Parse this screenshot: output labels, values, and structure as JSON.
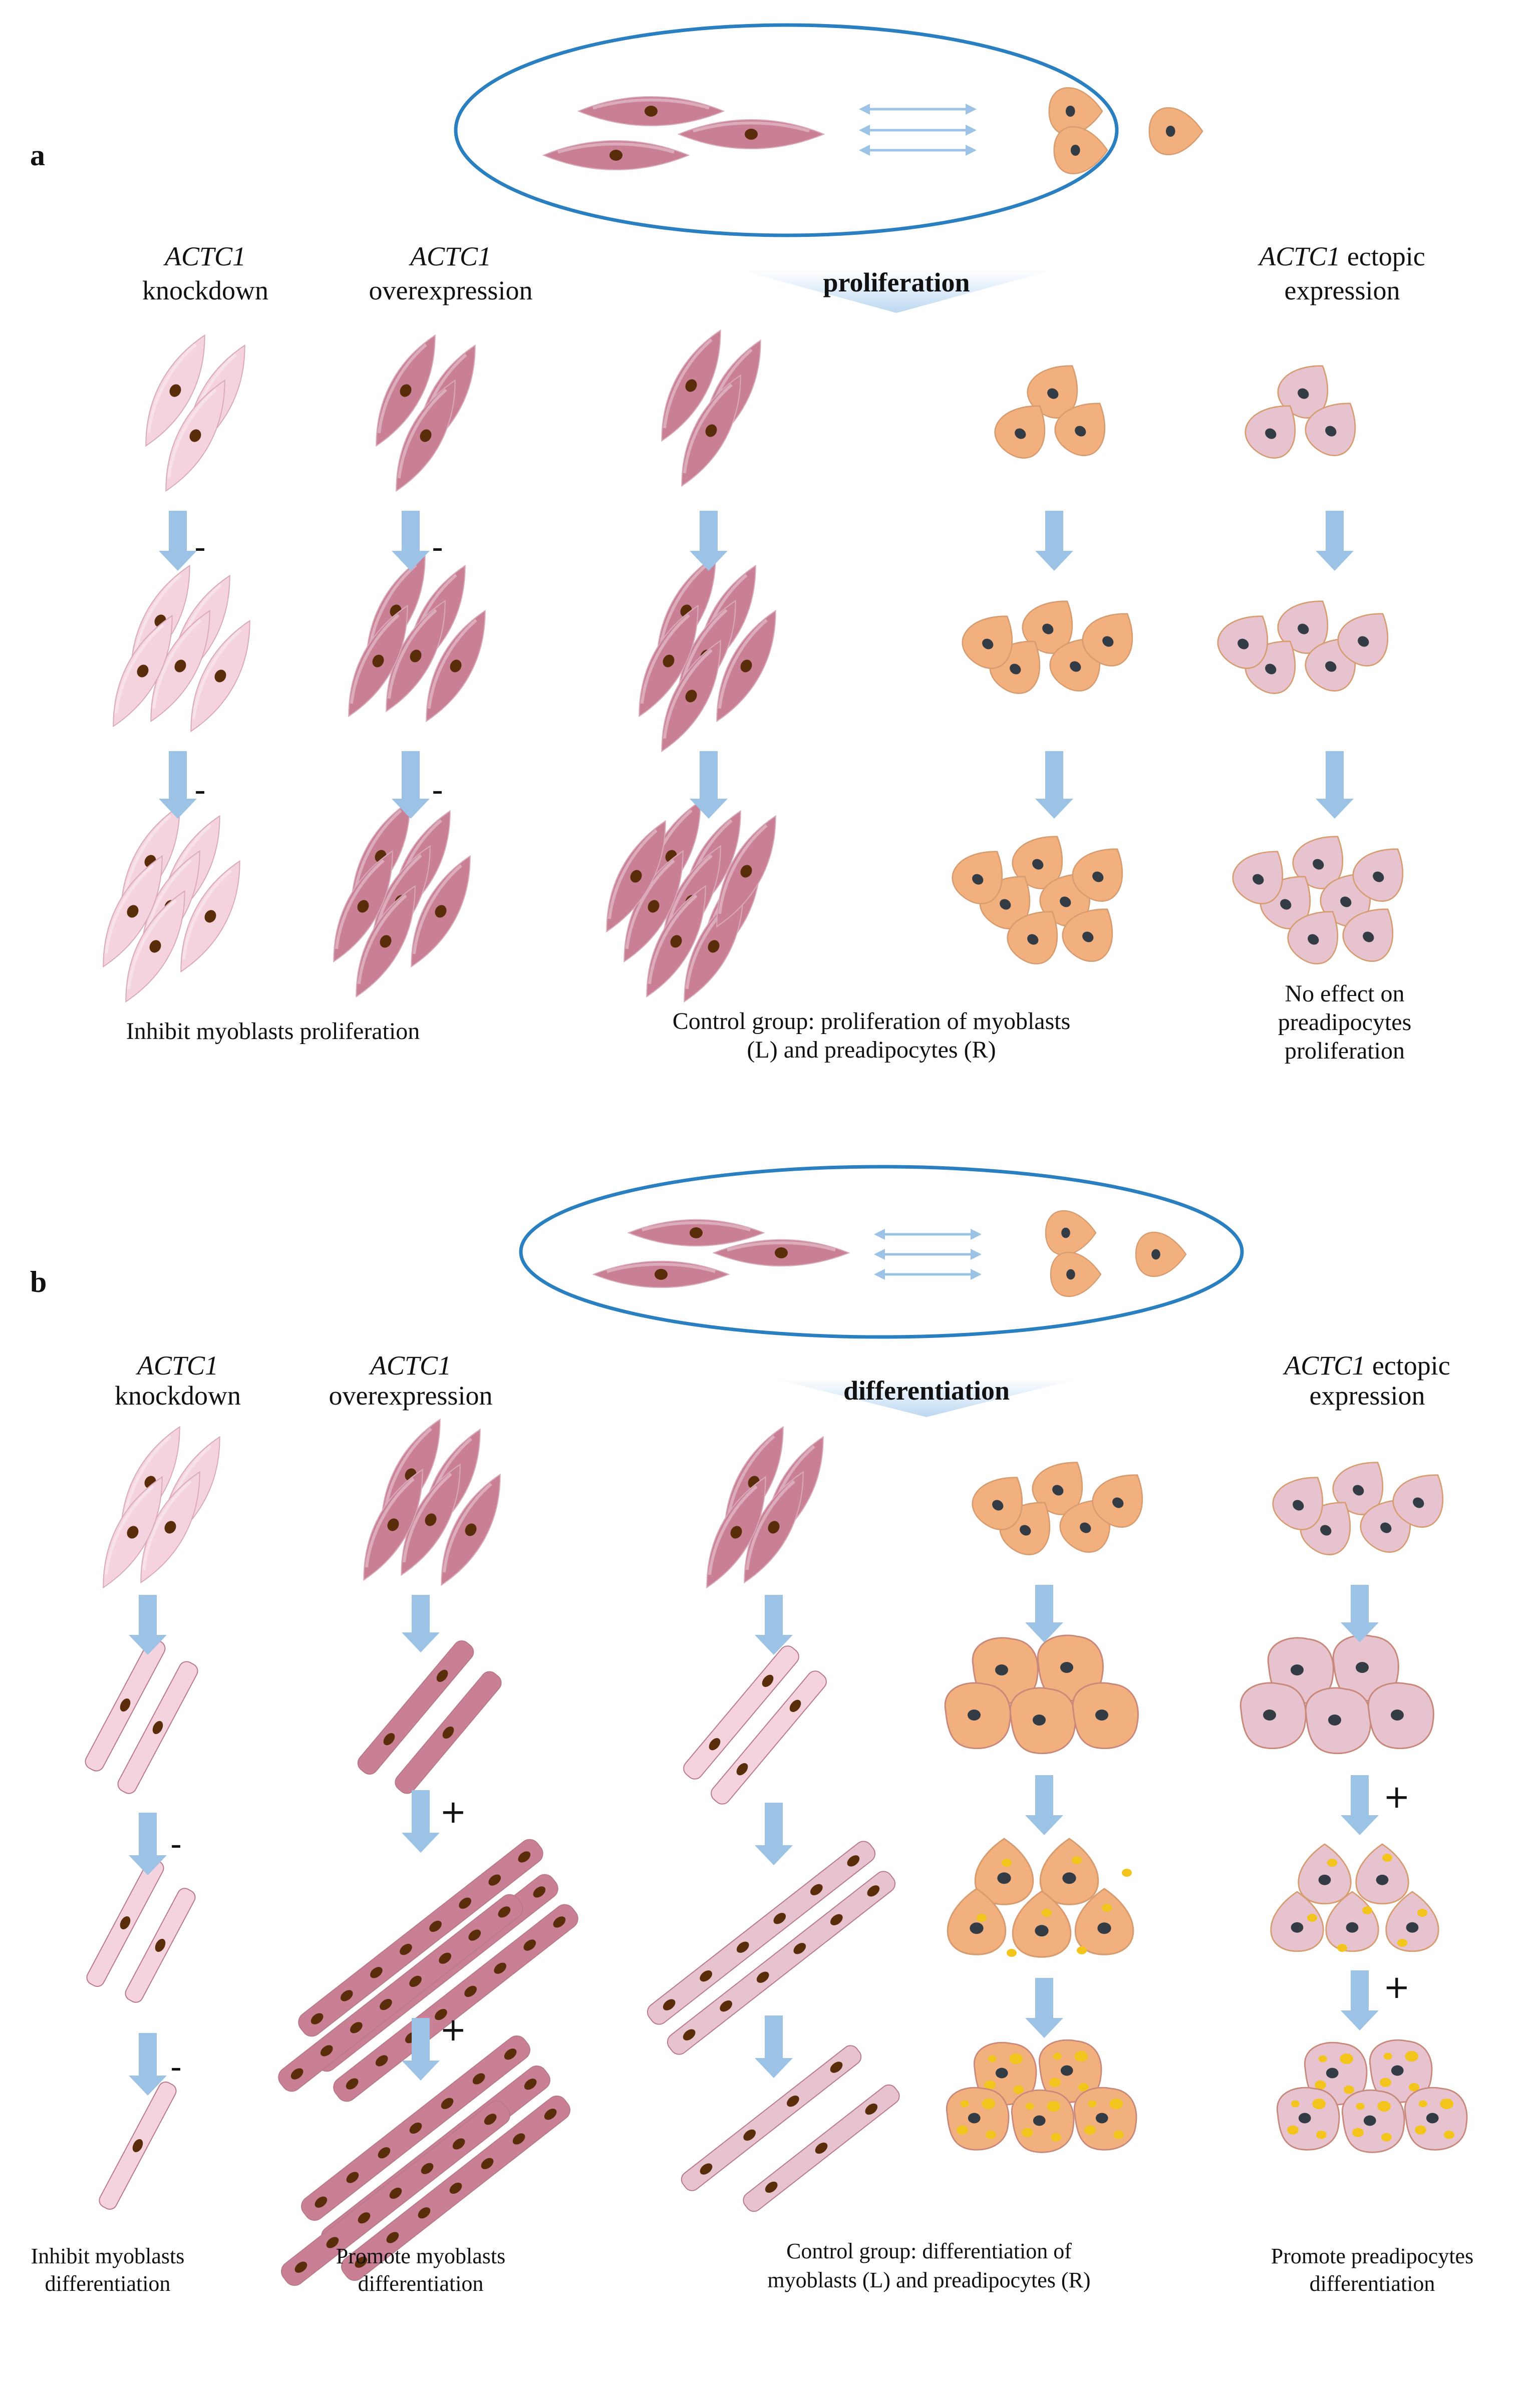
{
  "panel_a": {
    "label": "a",
    "header_knockdown": {
      "gene": "ACTC1",
      "text": "knockdown"
    },
    "header_overexpression": {
      "gene": "ACTC1",
      "text": "overexpression"
    },
    "header_ectopic": {
      "gene": "ACTC1",
      "text": "ectopic",
      "line2": "expression"
    },
    "banner": "proliferation",
    "sign_minus": "-",
    "caption_left": "Inhibit myoblasts proliferation",
    "caption_center_1": "Control group: proliferation of myoblasts",
    "caption_center_2": "(L) and preadipocytes (R)",
    "caption_right_1": "No effect on",
    "caption_right_2": "preadipocytes",
    "caption_right_3": "proliferation"
  },
  "panel_b": {
    "label": "b",
    "header_knockdown": {
      "gene": "ACTC1",
      "text": "knockdown"
    },
    "header_overexpression": {
      "gene": "ACTC1",
      "text": "overexpression"
    },
    "header_ectopic": {
      "gene": "ACTC1",
      "text": "ectopic",
      "line2": "expression"
    },
    "banner": "differentiation",
    "sign_minus": "-",
    "sign_plus": "+",
    "caption_left_1": "Inhibit myoblasts",
    "caption_left_2": "differentiation",
    "caption_mid_1": "Promote myoblasts",
    "caption_mid_2": "differentiation",
    "caption_center_1": "Control group: differentiation of",
    "caption_center_2": "myoblasts (L) and preadipocytes (R)",
    "caption_right_1": "Promote preadipocytes",
    "caption_right_2": "differentiation"
  },
  "colors": {
    "myoblast_light": "#f5d3de",
    "myoblast_dark": "#c98095",
    "preadipocyte": "#f2b07e",
    "ectopic_cell": "#e6c3cf",
    "nucleus_brown": "#5a2d0a",
    "nucleus_dark": "#333b44",
    "lipid": "#f3c41b",
    "arrow": "#9cc3e6",
    "ellipse": "#2a7fc1"
  }
}
